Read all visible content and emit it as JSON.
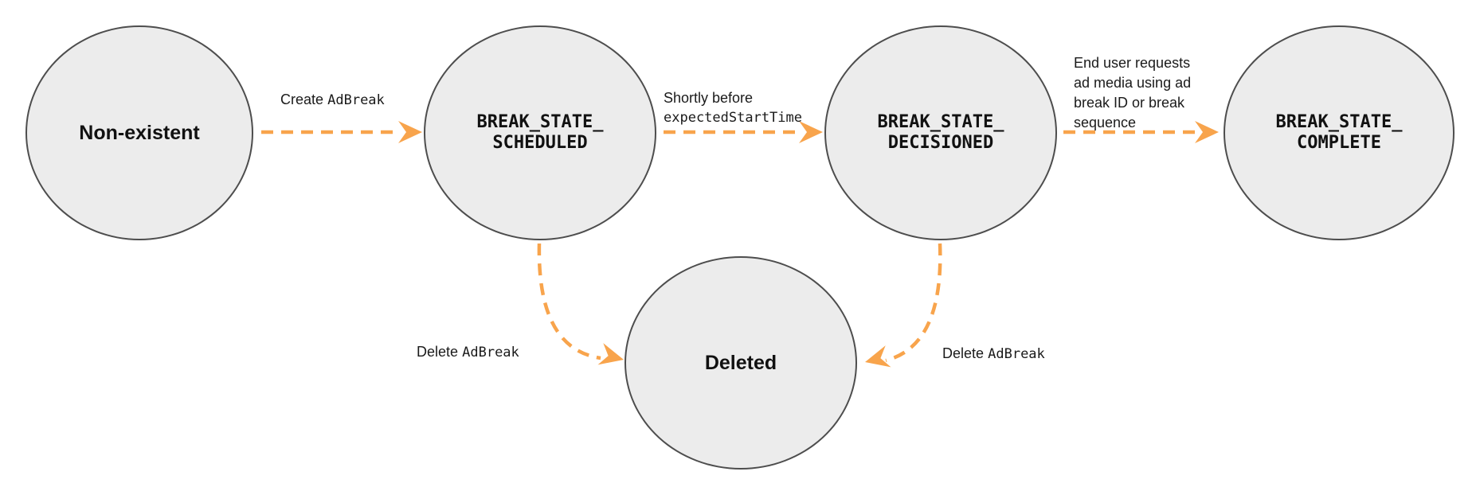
{
  "colors": {
    "arrow": "#F8A44C",
    "node_fill": "#ECECEC",
    "node_border": "#4D4D4D",
    "text": "#1A1A1A"
  },
  "nodes": {
    "non_existent": {
      "label": "Non-existent"
    },
    "scheduled": {
      "label": "BREAK_STATE_\nSCHEDULED"
    },
    "decisioned": {
      "label": "BREAK_STATE_\nDECISIONED"
    },
    "complete": {
      "label": "BREAK_STATE_\nCOMPLETE"
    },
    "deleted": {
      "label": "Deleted"
    }
  },
  "edges": {
    "create": {
      "text": "Create",
      "code": "AdBreak"
    },
    "shortly": {
      "text": "Shortly before",
      "code": "expectedStartTime"
    },
    "end_user": {
      "text": "End user requests\nad media using ad\nbreak ID or break\nsequence"
    },
    "delete_left": {
      "text": "Delete",
      "code": "AdBreak"
    },
    "delete_right": {
      "text": "Delete",
      "code": "AdBreak"
    }
  }
}
